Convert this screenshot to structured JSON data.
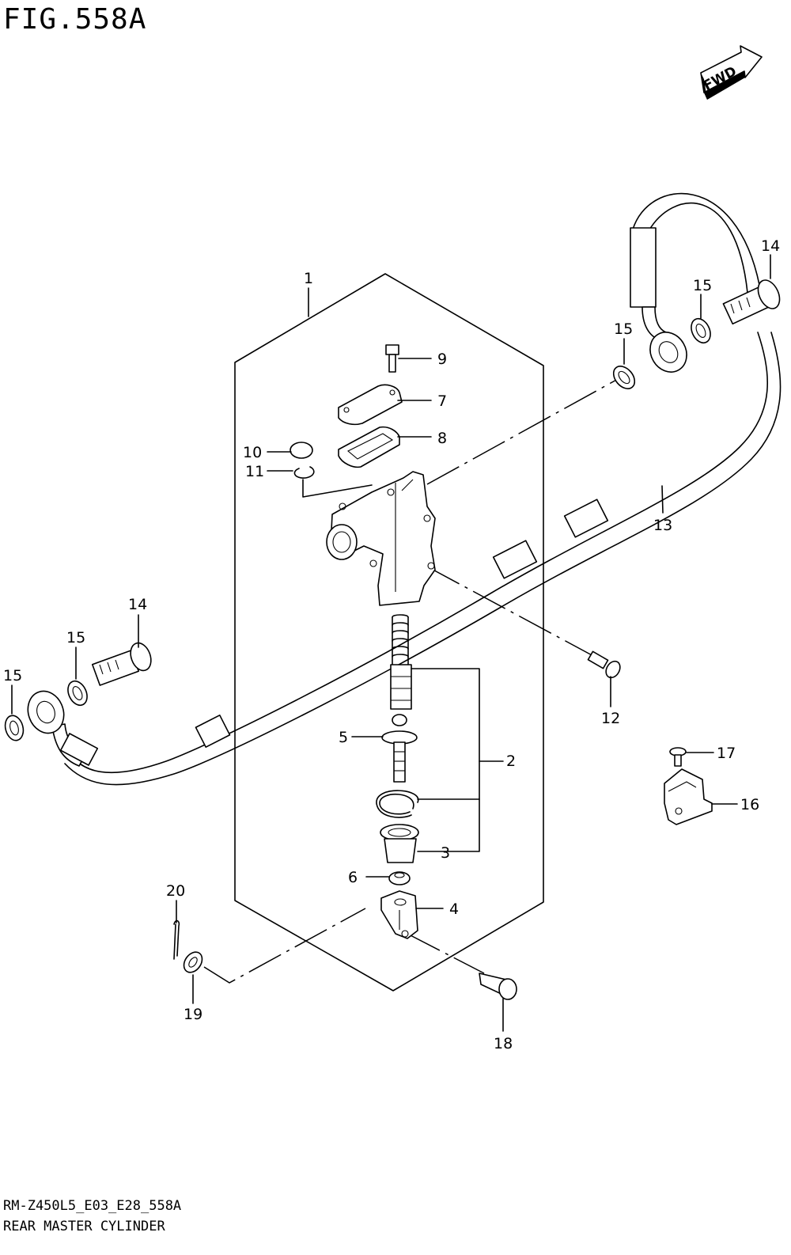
{
  "figure": {
    "title": "FIG.558A",
    "code": "RM-Z450L5_E03_E28_558A",
    "caption": "REAR MASTER CYLINDER",
    "direction_badge": "FWD"
  },
  "callouts": [
    {
      "id": "c1",
      "label": "1"
    },
    {
      "id": "c2",
      "label": "2"
    },
    {
      "id": "c3",
      "label": "3"
    },
    {
      "id": "c4",
      "label": "4"
    },
    {
      "id": "c5",
      "label": "5"
    },
    {
      "id": "c6",
      "label": "6"
    },
    {
      "id": "c7",
      "label": "7"
    },
    {
      "id": "c8",
      "label": "8"
    },
    {
      "id": "c9",
      "label": "9"
    },
    {
      "id": "c10",
      "label": "10"
    },
    {
      "id": "c11",
      "label": "11"
    },
    {
      "id": "c12",
      "label": "12"
    },
    {
      "id": "c13",
      "label": "13"
    },
    {
      "id": "c14a",
      "label": "14"
    },
    {
      "id": "c14b",
      "label": "14"
    },
    {
      "id": "c15a",
      "label": "15"
    },
    {
      "id": "c15b",
      "label": "15"
    },
    {
      "id": "c15c",
      "label": "15"
    },
    {
      "id": "c15d",
      "label": "15"
    },
    {
      "id": "c16",
      "label": "16"
    },
    {
      "id": "c17",
      "label": "17"
    },
    {
      "id": "c18",
      "label": "18"
    },
    {
      "id": "c19",
      "label": "19"
    },
    {
      "id": "c20",
      "label": "20"
    }
  ]
}
